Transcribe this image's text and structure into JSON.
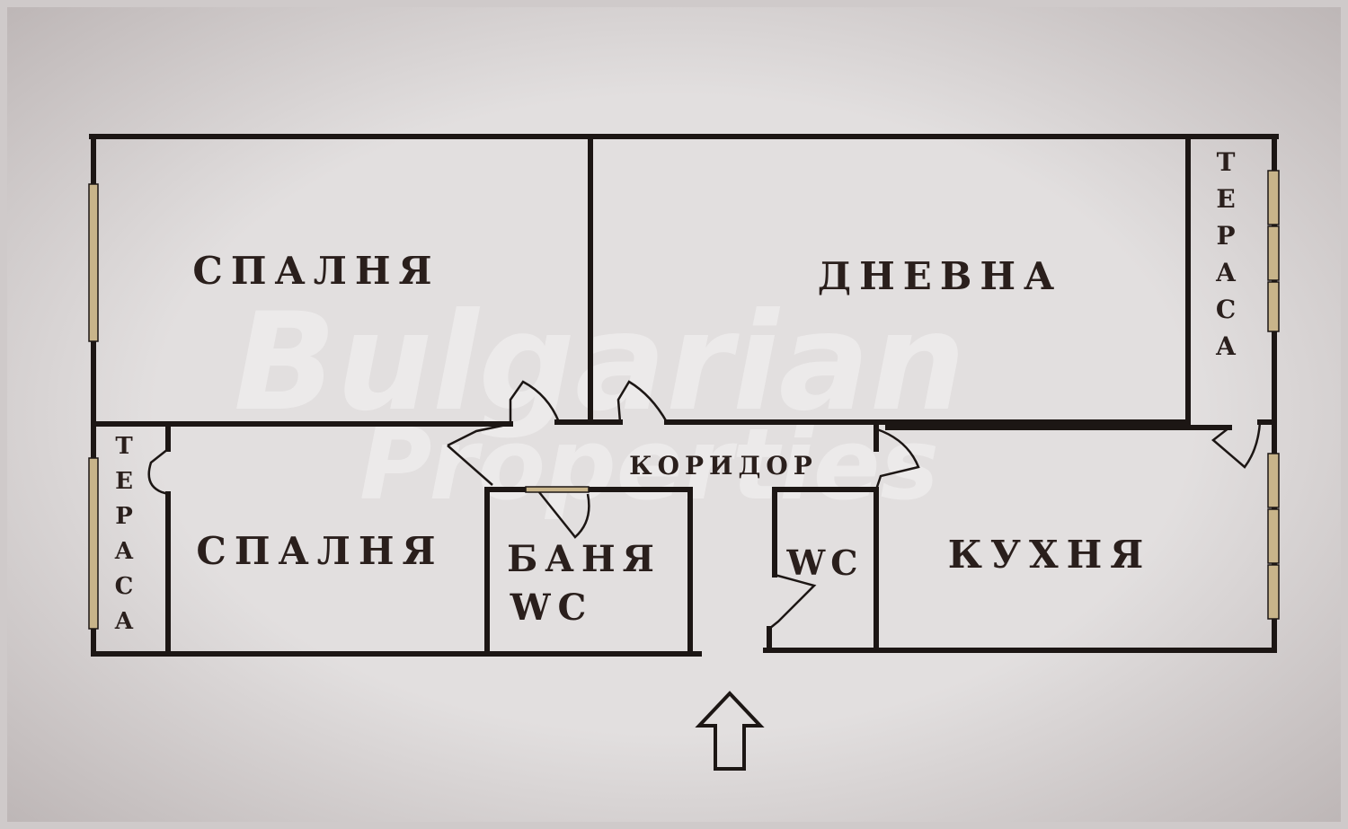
{
  "watermark": {
    "line1": "Bulgarian",
    "line2": "Properties"
  },
  "rooms": {
    "bedroom_top": "СПАЛНЯ",
    "living": "ДНЕВНА",
    "terrace_right": "ТЕРАСА",
    "terrace_left": "ТЕРАСА",
    "corridor": "КОРИДОР",
    "bedroom_bottom": "СПАЛНЯ",
    "bath": "БАНЯ",
    "bath_wc": "WC",
    "wc": "WC",
    "kitchen": "КУХНЯ"
  },
  "entrance": "up-arrow-icon",
  "colors": {
    "background": "#d7d3d3",
    "wall": "#1c1614",
    "label": "#2a1f1c",
    "kitchen_accent": "#8a4a22",
    "window": "#c8b48a"
  }
}
